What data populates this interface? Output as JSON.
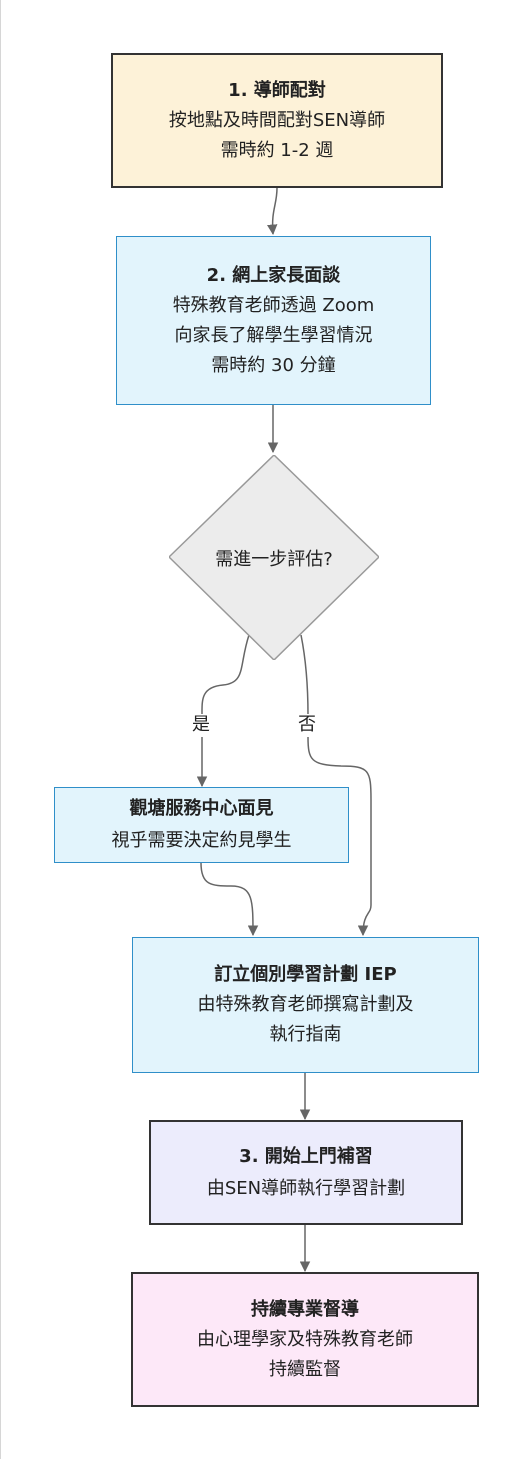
{
  "nodes": {
    "match": {
      "title": "1. 導師配對",
      "lines": [
        "按地點及時間配對SEN導師",
        "需時約 1-2 週"
      ]
    },
    "interview": {
      "title": "2. 網上家長面談",
      "lines": [
        "特殊教育老師透過 Zoom",
        "向家長了解學生學習情況",
        "需時約 30 分鐘"
      ]
    },
    "decision": {
      "label": "需進一步評估?"
    },
    "meet": {
      "title": "觀塘服務中心面見",
      "lines": [
        "視乎需要決定約見學生"
      ]
    },
    "iep": {
      "title": "訂立個別學習計劃 IEP",
      "lines": [
        "由特殊教育老師撰寫計劃及",
        "執行指南"
      ]
    },
    "start": {
      "title": "3. 開始上門補習",
      "lines": [
        "由SEN導師執行學習計劃"
      ]
    },
    "supervise": {
      "title": "持續專業督導",
      "lines": [
        "由心理學家及特殊教育老師",
        "持續監督"
      ]
    }
  },
  "edges": {
    "yes_label": "是",
    "no_label": "否"
  },
  "colors": {
    "peach": "#fdf2d8",
    "blue": "#e2f4fc",
    "blue_border": "#2f8fc9",
    "lavender": "#ececfc",
    "pink": "#fde8f8",
    "decision": "#ececec",
    "connector": "#666666"
  }
}
